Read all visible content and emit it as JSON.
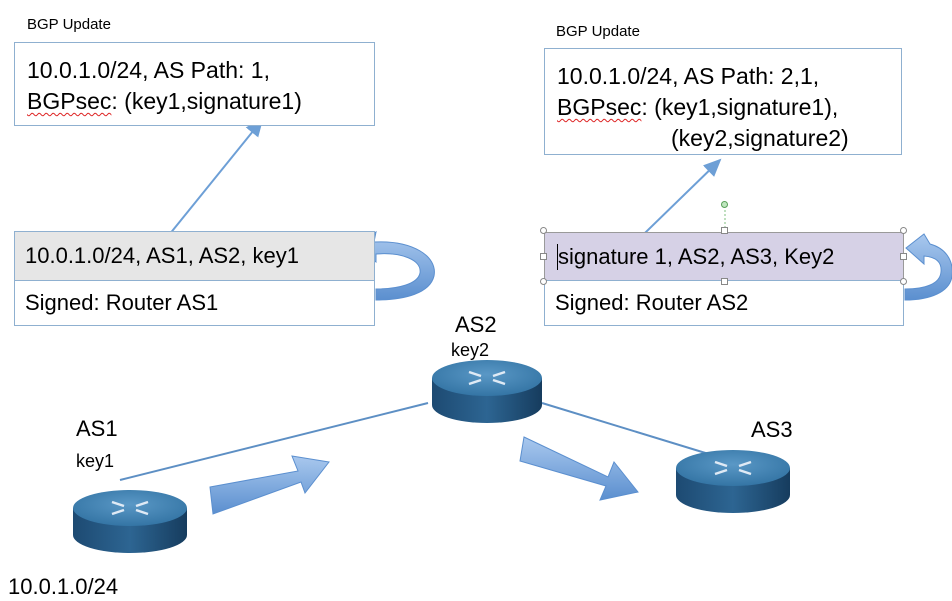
{
  "left_update": {
    "title": "BGP Update",
    "line1": "10.0.1.0/24, AS Path: 1,",
    "line2_keyword": "BGPsec",
    "line2_rest": ": (key1,signature1)"
  },
  "right_update": {
    "title": "BGP Update",
    "line1": "10.0.1.0/24, AS Path: 2,1,",
    "line2_keyword": "BGPsec",
    "line2_rest": ": (key1,signature1),",
    "line3": "(key2,signature2)"
  },
  "left_signed_block": {
    "data_row": "10.0.1.0/24, AS1, AS2, key1",
    "signed_row": "Signed: Router AS1"
  },
  "right_signed_block": {
    "data_row": "signature 1, AS2, AS3, Key2",
    "signed_row": "Signed: Router AS2"
  },
  "nodes": {
    "as1": {
      "name": "AS1",
      "key": "key1",
      "prefix": "10.0.1.0/24"
    },
    "as2": {
      "name": "AS2",
      "key": "key2"
    },
    "as3": {
      "name": "AS3"
    }
  },
  "colors": {
    "box_border": "#8fb0d0",
    "gray_row": "#e6e6e6",
    "purple_row": "#d6d1e6",
    "arrow_blue": "#6d9fd6",
    "router_top": "#3f7fae",
    "router_side": "#1f4f78",
    "spellcheck_red": "#d22"
  }
}
